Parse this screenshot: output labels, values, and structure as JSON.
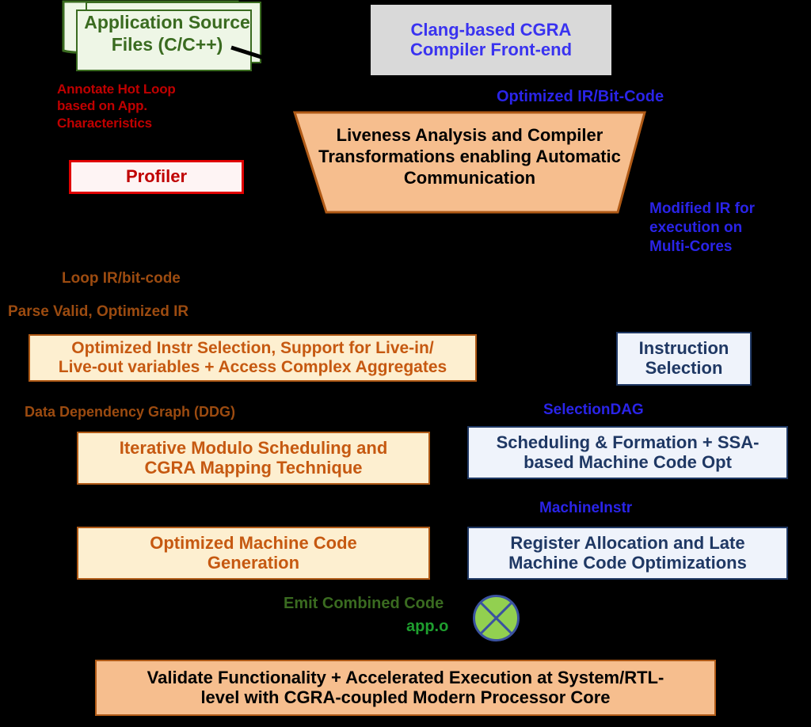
{
  "diagram": {
    "title": "CGRA Compiler Toolflow",
    "background": "#000000"
  },
  "nodes": {
    "source_files": {
      "label": "Application Source\nFiles (C/C++)",
      "shape": "document-stack",
      "fill": "#EEF6E6",
      "border": "#3A6B20",
      "text_color": "#3A6B20"
    },
    "clang_frontend": {
      "label": "Clang-based CGRA\nCompiler Front-end",
      "shape": "rectangle",
      "fill": "#D9D9D9",
      "text_color": "#3A33F0"
    },
    "profiler": {
      "label": "Profiler",
      "shape": "rectangle",
      "fill": "#FEF4F4",
      "border": "#E00000",
      "text_color": "#C00000"
    },
    "liveness": {
      "label": "Liveness Analysis and Compiler\nTransformations enabling\nAutomatic Communication",
      "shape": "trapezoid",
      "fill": "#F6BE8E",
      "border": "#B05A16",
      "text_color": "#000000"
    },
    "optimized_instr_selection": {
      "label": "Optimized Instr Selection, Support for Live-in/\nLive-out variables + Access Complex Aggregates",
      "shape": "rectangle",
      "fill": "#FDEFD0",
      "border": "#B05A16",
      "text_color": "#C65911"
    },
    "instruction_selection": {
      "label": "Instruction\nSelection",
      "shape": "rectangle",
      "fill": "#EFF3FB",
      "border": "#1F3864",
      "text_color": "#1F3864"
    },
    "modulo_scheduling": {
      "label": "Iterative Modulo Scheduling and\nCGRA  Mapping Technique",
      "shape": "rectangle",
      "fill": "#FDEFD0",
      "border": "#B05A16",
      "text_color": "#C65911"
    },
    "scheduling_formation": {
      "label": "Scheduling & Formation + SSA-\nbased Machine Code Opt",
      "shape": "rectangle",
      "fill": "#EFF3FB",
      "border": "#1F3864",
      "text_color": "#1F3864"
    },
    "optimized_machine_code": {
      "label": "Optimized Machine Code\nGeneration",
      "shape": "rectangle",
      "fill": "#FDEFD0",
      "border": "#B05A16",
      "text_color": "#C65911"
    },
    "register_allocation": {
      "label": "Register Allocation and Late\nMachine Code Optimizations",
      "shape": "rectangle",
      "fill": "#EFF3FB",
      "border": "#1F3864",
      "text_color": "#1F3864"
    },
    "validate": {
      "label": "Validate Functionality + Accelerated Execution at  System/RTL-\nlevel with CGRA-coupled Modern Processor Core",
      "shape": "rectangle",
      "fill": "#F6BE8E",
      "border": "#B05A16",
      "text_color": "#000000"
    }
  },
  "edge_labels": {
    "annotate_hot_loop": {
      "text": "Annotate Hot Loop\nbased on App.\nCharacteristics",
      "color": "#C00000"
    },
    "optimized_ir_bitcode": {
      "text": "Optimized IR/Bit-Code",
      "color": "#2A24E8"
    },
    "modified_ir": {
      "text": "Modified IR for\nexecution on\nMulti-Cores",
      "color": "#2A24E8"
    },
    "loop_ir": {
      "text": "Loop IR/bit-code",
      "color": "#9C4B10"
    },
    "parse_valid": {
      "text": "Parse Valid, Optimized IR",
      "color": "#9C4B10"
    },
    "ddg": {
      "text": "Data Dependency Graph   (DDG)",
      "color": "#9C4B10"
    },
    "selection_dag": {
      "text": "SelectionDAG",
      "color": "#2A24E8"
    },
    "machine_instr": {
      "text": "MachineInstr",
      "color": "#2A24E8"
    },
    "emit_combined_code": {
      "text": "Emit Combined Code",
      "color": "#3A6B20"
    },
    "app_object": {
      "text": "app.o",
      "color": "#1E9E2E"
    }
  },
  "icons": {
    "app_object_icon": {
      "name": "green-crossed-circle-icon",
      "fill": "#92D050",
      "stroke": "#3A52A0"
    }
  }
}
